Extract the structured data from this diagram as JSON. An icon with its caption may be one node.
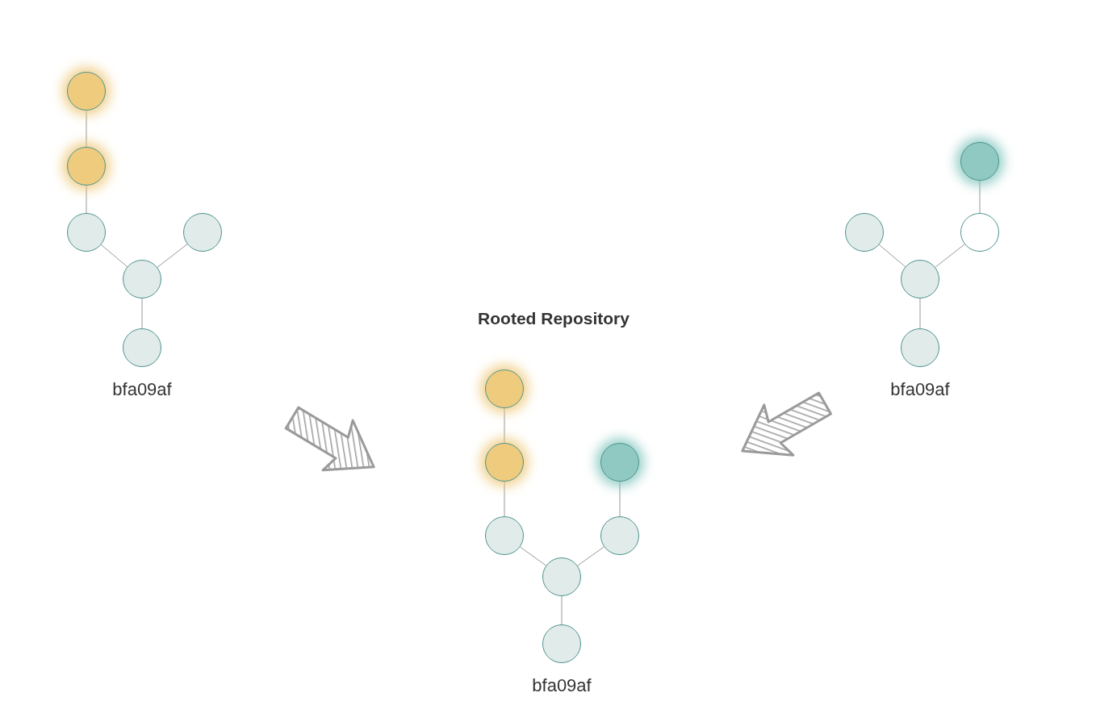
{
  "diagram": {
    "title": "Rooted Repository",
    "nodes": [
      {
        "text": [],
        "shape": "circle"
      },
      {
        "text": [],
        "shape": "circle"
      },
      {
        "text": [],
        "shape": "circle"
      },
      {
        "text": [],
        "shape": "circle"
      },
      {
        "text": [],
        "shape": "circle"
      },
      {
        "text": [],
        "shape": "circle",
        "beside": [
          "bfa09af"
        ]
      },
      {
        "text": [],
        "shape": "circle"
      },
      {
        "text": [],
        "shape": "circle"
      },
      {
        "text": [],
        "shape": "circle"
      },
      {
        "text": [],
        "shape": "circle"
      },
      {
        "text": [],
        "shape": "circle"
      },
      {
        "text": [],
        "shape": "circle"
      },
      {
        "text": [],
        "shape": "circle",
        "beside": [
          "bfa09af"
        ]
      },
      {
        "text": [],
        "shape": "circle"
      },
      {
        "text": [],
        "shape": "circle"
      },
      {
        "text": [],
        "shape": "circle"
      },
      {
        "text": [],
        "shape": "circle"
      },
      {
        "text": [],
        "shape": "circle",
        "beside": [
          "bfa09af"
        ]
      }
    ],
    "edges": [
      {
        "from": 0,
        "to": 1,
        "arrow": "none"
      },
      {
        "from": 1,
        "to": 2,
        "arrow": "none"
      },
      {
        "from": 2,
        "to": 4,
        "arrow": "none"
      },
      {
        "from": 3,
        "to": 4,
        "arrow": "none"
      },
      {
        "from": 4,
        "to": 5,
        "arrow": "none"
      },
      {
        "from": 6,
        "to": 7,
        "arrow": "none"
      },
      {
        "from": 7,
        "to": 9,
        "arrow": "none"
      },
      {
        "from": 8,
        "to": 10,
        "arrow": "none"
      },
      {
        "from": 9,
        "to": 11,
        "arrow": "none"
      },
      {
        "from": 10,
        "to": 11,
        "arrow": "none"
      },
      {
        "from": 11,
        "to": 12,
        "arrow": "none"
      },
      {
        "from": 13,
        "to": 15,
        "arrow": "none"
      },
      {
        "from": 14,
        "to": 16,
        "arrow": "none"
      },
      {
        "from": 15,
        "to": 16,
        "arrow": "none"
      },
      {
        "from": 16,
        "to": 17,
        "arrow": "none"
      }
    ]
  }
}
